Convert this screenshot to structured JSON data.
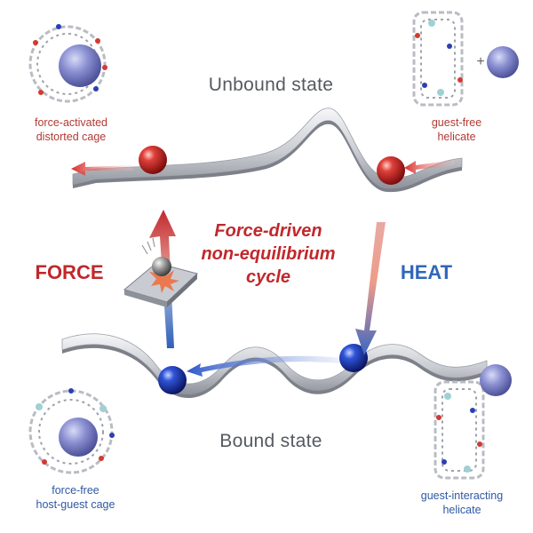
{
  "states": {
    "unbound": "Unbound state",
    "bound": "Bound state"
  },
  "cycle": {
    "title_lines": [
      "Force-driven",
      "non-equilibrium",
      "cycle"
    ],
    "force": "FORCE",
    "heat": "HEAT"
  },
  "captions": {
    "top_left": [
      "force-activated",
      "distorted cage"
    ],
    "top_right": [
      "guest-free",
      "helicate"
    ],
    "bottom_left": [
      "force-free",
      "host-guest cage"
    ],
    "bottom_right": [
      "guest-interacting",
      "helicate"
    ]
  },
  "plus_sign": "+",
  "colors": {
    "red": "#c1282c",
    "blue": "#2f67b8",
    "ball_red": "#d8302c",
    "ball_blue": "#1f3fc2",
    "guest": "#8a8fd0"
  }
}
